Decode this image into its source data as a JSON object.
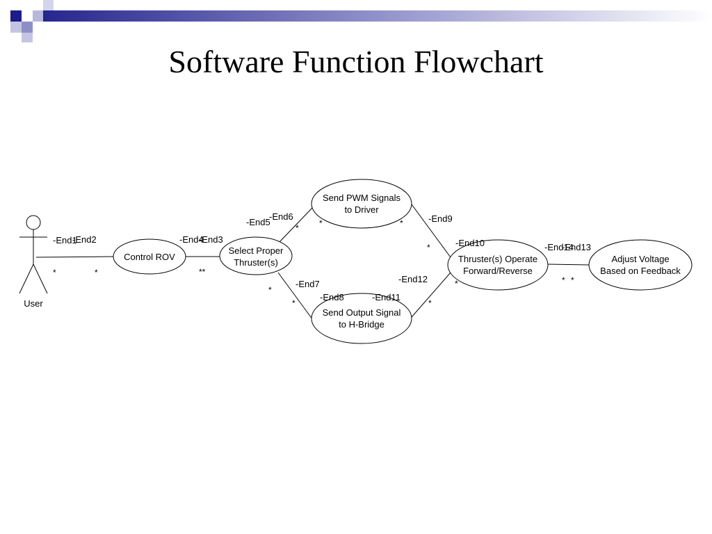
{
  "slide": {
    "title": "Software Function Flowchart"
  },
  "actor": {
    "name": "User"
  },
  "nodes": {
    "control_rov": [
      "Control ROV"
    ],
    "select_thruster": [
      "Select Proper",
      "Thruster(s)"
    ],
    "send_pwm": [
      "Send PWM Signals",
      "to Driver"
    ],
    "send_output": [
      "Send Output Signal",
      "to H-Bridge"
    ],
    "thruster_operate": [
      "Thruster(s) Operate",
      "Forward/Reverse"
    ],
    "adjust_voltage": [
      "Adjust Voltage",
      "Based on Feedback"
    ]
  },
  "end_labels": {
    "end1": "-End1",
    "end2": "-End2",
    "end3": "-End3",
    "end4": "-End4",
    "end5": "-End5",
    "end6": "-End6",
    "end7": "-End7",
    "end8": "-End8",
    "end9": "-End9",
    "end10": "-End10",
    "end11": "-End11",
    "end12": "-End12",
    "end13": "-End13",
    "end14": "-End14"
  },
  "multiplicity": "*",
  "multiplicity_double": "**",
  "colors": {
    "accent_dark": "#1c1c8c",
    "accent_light": "#b4b4dc",
    "line": "#000000"
  }
}
